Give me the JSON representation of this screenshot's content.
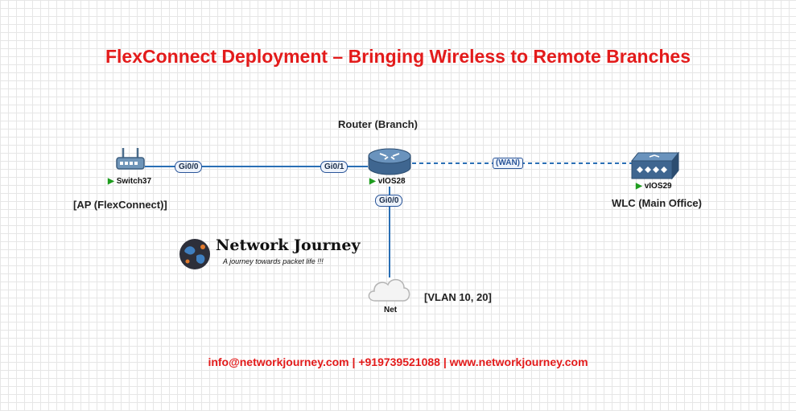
{
  "title": "FlexConnect Deployment – Bringing Wireless to Remote Branches",
  "nodes": {
    "switch": {
      "name": "Switch37",
      "caption": "[AP (FlexConnect)]"
    },
    "router": {
      "name": "vIOS28",
      "caption": "Router (Branch)"
    },
    "wlc": {
      "name": "vIOS29",
      "caption": "WLC (Main Office)"
    },
    "cloud": {
      "name": "Net",
      "caption": "[VLAN 10, 20]"
    }
  },
  "links": {
    "switch_port": "Gi0/0",
    "router_port_a": "Gi0/1",
    "router_port_b": "Gi0/0",
    "wan_label": "(WAN)"
  },
  "brand": {
    "name": "Network Journey",
    "tagline": "A journey towards packet life !!!"
  },
  "footer": "info@networkjourney.com | +919739521088 | www.networkjourney.com",
  "colors": {
    "title": "#e31b1b",
    "link": "#2a6fb5",
    "port_border": "#2a5599",
    "status_running": "#1f9d1f"
  }
}
